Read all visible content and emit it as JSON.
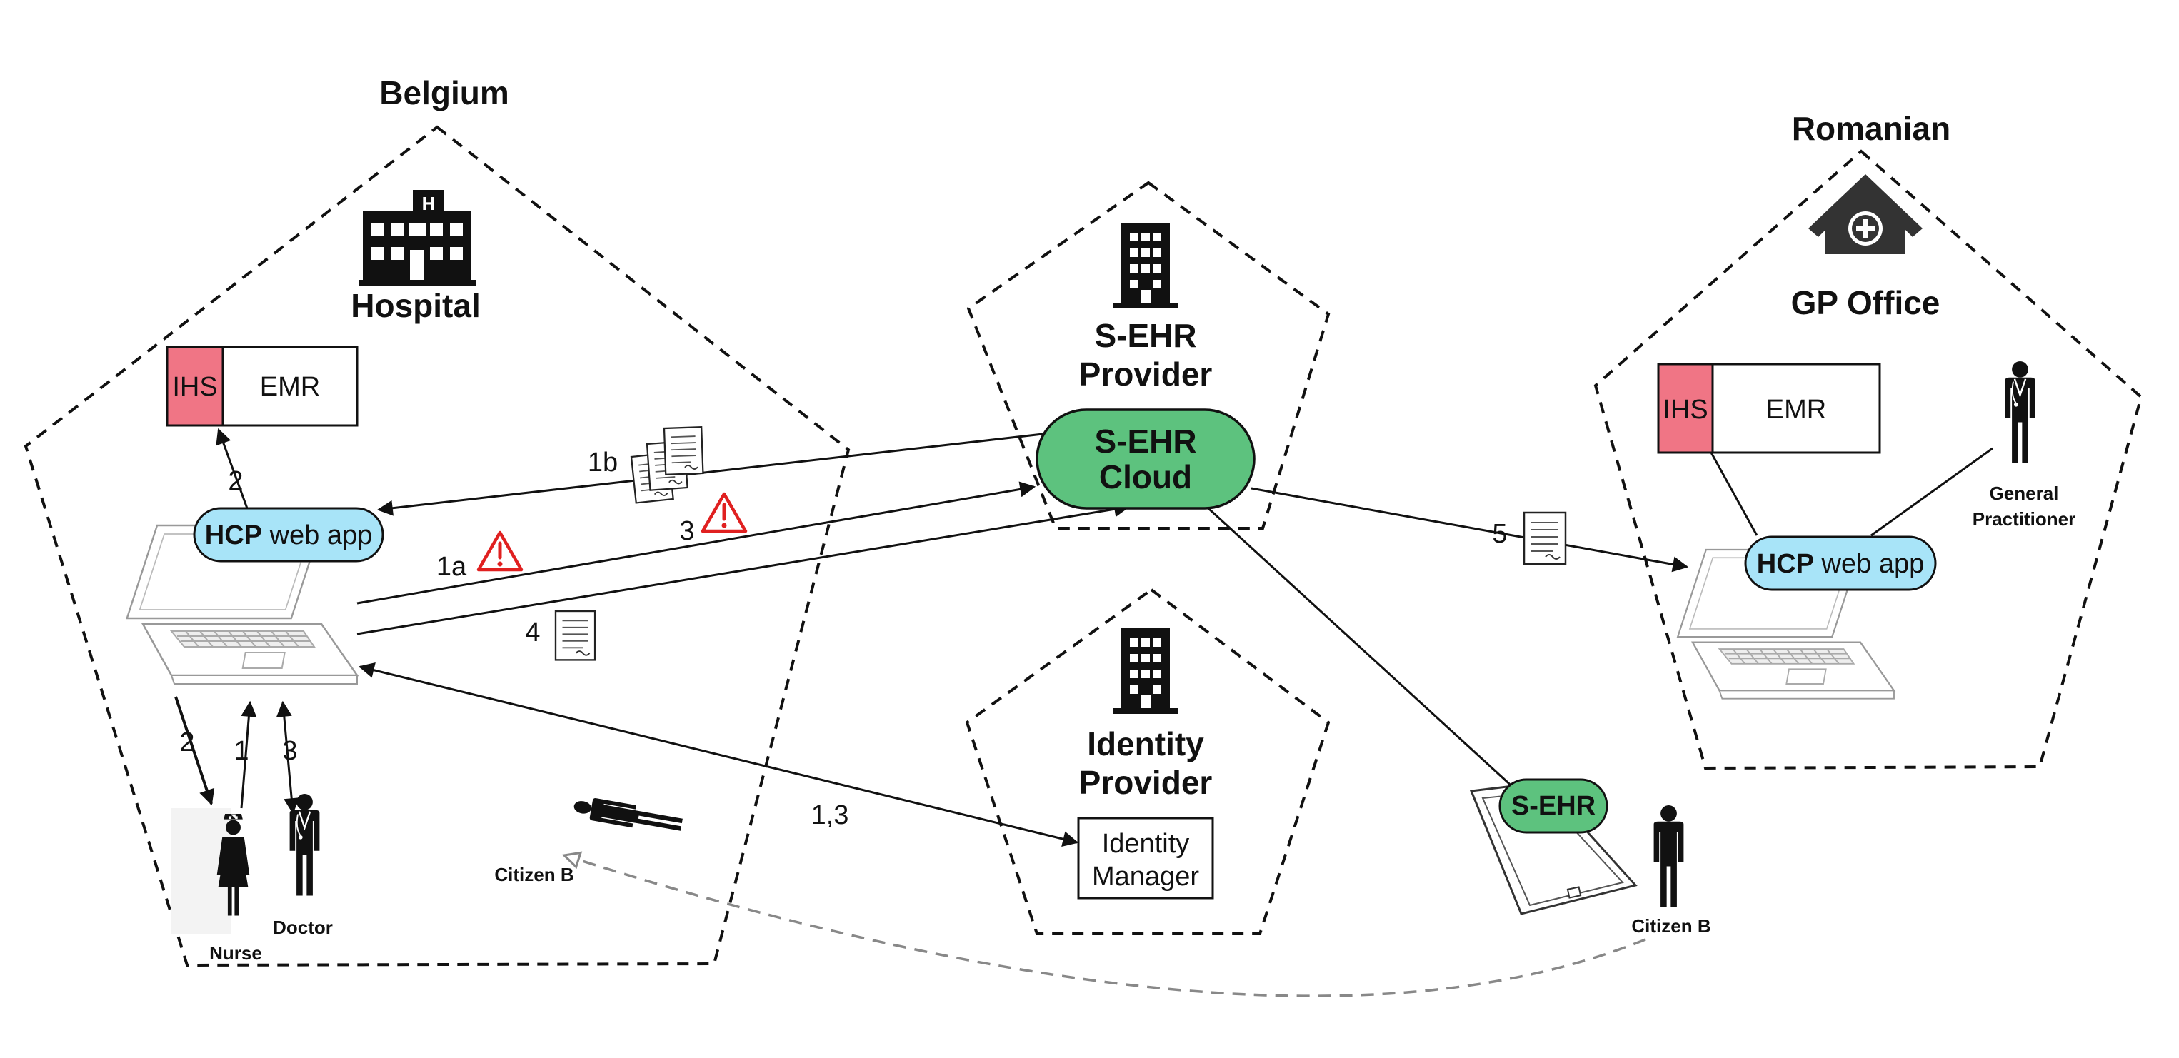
{
  "regions": {
    "belgium": {
      "title": "Belgium",
      "facility": "Hospital"
    },
    "romanian": {
      "title": "Romanian",
      "facility": "GP Office"
    },
    "sehr_provider": {
      "line1": "S-EHR",
      "line2": "Provider"
    },
    "identity_provider": {
      "line1": "Identity",
      "line2": "Provider"
    }
  },
  "components": {
    "ihs": "IHS",
    "emr": "EMR",
    "hcp_bold": "HCP",
    "hcp_rest": " web app",
    "cloud_line1": "S-EHR",
    "cloud_line2": "Cloud",
    "sehr_app": "S-EHR",
    "idm_line1": "Identity",
    "idm_line2": "Manager"
  },
  "actors": {
    "nurse": "Nurse",
    "doctor": "Doctor",
    "citizen_b": "Citizen B",
    "gp_line1": "General",
    "gp_line2": "Practitioner"
  },
  "steps": {
    "s2_ihs": "2",
    "s1b": "1b",
    "s1a": "1a",
    "s3": "3",
    "s4": "4",
    "s5": "5",
    "s13": "1,3",
    "s2_nurse": "2",
    "s1_nurse": "1",
    "s3_doctor": "3"
  },
  "colors": {
    "ihs": "#F07585",
    "hcp": "#A8E4F8",
    "cloud": "#5DC27E",
    "warning": "#E02020",
    "dashed_arrow": "#888888"
  },
  "icons": [
    "hospital-icon",
    "building-icon",
    "gp-house-icon",
    "laptop-icon",
    "tablet-icon",
    "document-icon",
    "warning-icon",
    "nurse-icon",
    "doctor-icon",
    "person-icon"
  ]
}
